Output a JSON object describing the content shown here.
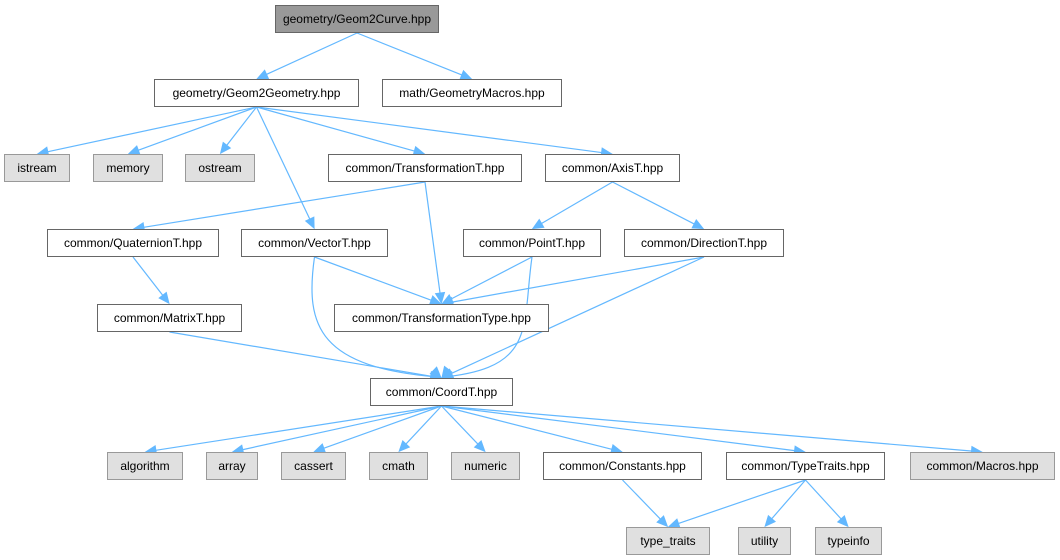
{
  "diagram": {
    "edge_color": "#63b8ff",
    "node_colors": {
      "root": "#999999",
      "local": "#ffffff",
      "system": "#e0e0e0"
    },
    "nodes": {
      "root": {
        "label": "geometry/Geom2Curve.hpp",
        "kind": "root"
      },
      "geom2geometry": {
        "label": "geometry/Geom2Geometry.hpp",
        "kind": "local"
      },
      "geometrymacros": {
        "label": "math/GeometryMacros.hpp",
        "kind": "local"
      },
      "istream": {
        "label": "istream",
        "kind": "system"
      },
      "memory": {
        "label": "memory",
        "kind": "system"
      },
      "ostream": {
        "label": "ostream",
        "kind": "system"
      },
      "transformationt": {
        "label": "common/TransformationT.hpp",
        "kind": "local"
      },
      "axist": {
        "label": "common/AxisT.hpp",
        "kind": "local"
      },
      "quaterniont": {
        "label": "common/QuaternionT.hpp",
        "kind": "local"
      },
      "vectort": {
        "label": "common/VectorT.hpp",
        "kind": "local"
      },
      "pointt": {
        "label": "common/PointT.hpp",
        "kind": "local"
      },
      "directiont": {
        "label": "common/DirectionT.hpp",
        "kind": "local"
      },
      "matrixt": {
        "label": "common/MatrixT.hpp",
        "kind": "local"
      },
      "transformationtype": {
        "label": "common/TransformationType.hpp",
        "kind": "local"
      },
      "coordt": {
        "label": "common/CoordT.hpp",
        "kind": "local"
      },
      "algorithm": {
        "label": "algorithm",
        "kind": "system"
      },
      "array": {
        "label": "array",
        "kind": "system"
      },
      "cassert": {
        "label": "cassert",
        "kind": "system"
      },
      "cmath": {
        "label": "cmath",
        "kind": "system"
      },
      "numeric": {
        "label": "numeric",
        "kind": "system"
      },
      "constants": {
        "label": "common/Constants.hpp",
        "kind": "local"
      },
      "typetraits": {
        "label": "common/TypeTraits.hpp",
        "kind": "local"
      },
      "macros": {
        "label": "common/Macros.hpp",
        "kind": "system"
      },
      "type_traits": {
        "label": "type_traits",
        "kind": "system"
      },
      "utility": {
        "label": "utility",
        "kind": "system"
      },
      "typeinfo": {
        "label": "typeinfo",
        "kind": "system"
      }
    },
    "edges": [
      [
        "root",
        "geom2geometry"
      ],
      [
        "root",
        "geometrymacros"
      ],
      [
        "geom2geometry",
        "istream"
      ],
      [
        "geom2geometry",
        "memory"
      ],
      [
        "geom2geometry",
        "ostream"
      ],
      [
        "geom2geometry",
        "vectort"
      ],
      [
        "geom2geometry",
        "transformationt"
      ],
      [
        "geom2geometry",
        "axist"
      ],
      [
        "transformationt",
        "quaterniont"
      ],
      [
        "transformationt",
        "transformationtype"
      ],
      [
        "axist",
        "pointt"
      ],
      [
        "axist",
        "directiont"
      ],
      [
        "quaterniont",
        "matrixt"
      ],
      [
        "vectort",
        "transformationtype"
      ],
      [
        "vectort",
        "coordt"
      ],
      [
        "pointt",
        "transformationtype"
      ],
      [
        "pointt",
        "coordt"
      ],
      [
        "directiont",
        "transformationtype"
      ],
      [
        "directiont",
        "coordt"
      ],
      [
        "matrixt",
        "coordt"
      ],
      [
        "coordt",
        "algorithm"
      ],
      [
        "coordt",
        "array"
      ],
      [
        "coordt",
        "cassert"
      ],
      [
        "coordt",
        "cmath"
      ],
      [
        "coordt",
        "numeric"
      ],
      [
        "coordt",
        "constants"
      ],
      [
        "coordt",
        "typetraits"
      ],
      [
        "coordt",
        "macros"
      ],
      [
        "constants",
        "type_traits"
      ],
      [
        "typetraits",
        "type_traits"
      ],
      [
        "typetraits",
        "utility"
      ],
      [
        "typetraits",
        "typeinfo"
      ]
    ]
  }
}
